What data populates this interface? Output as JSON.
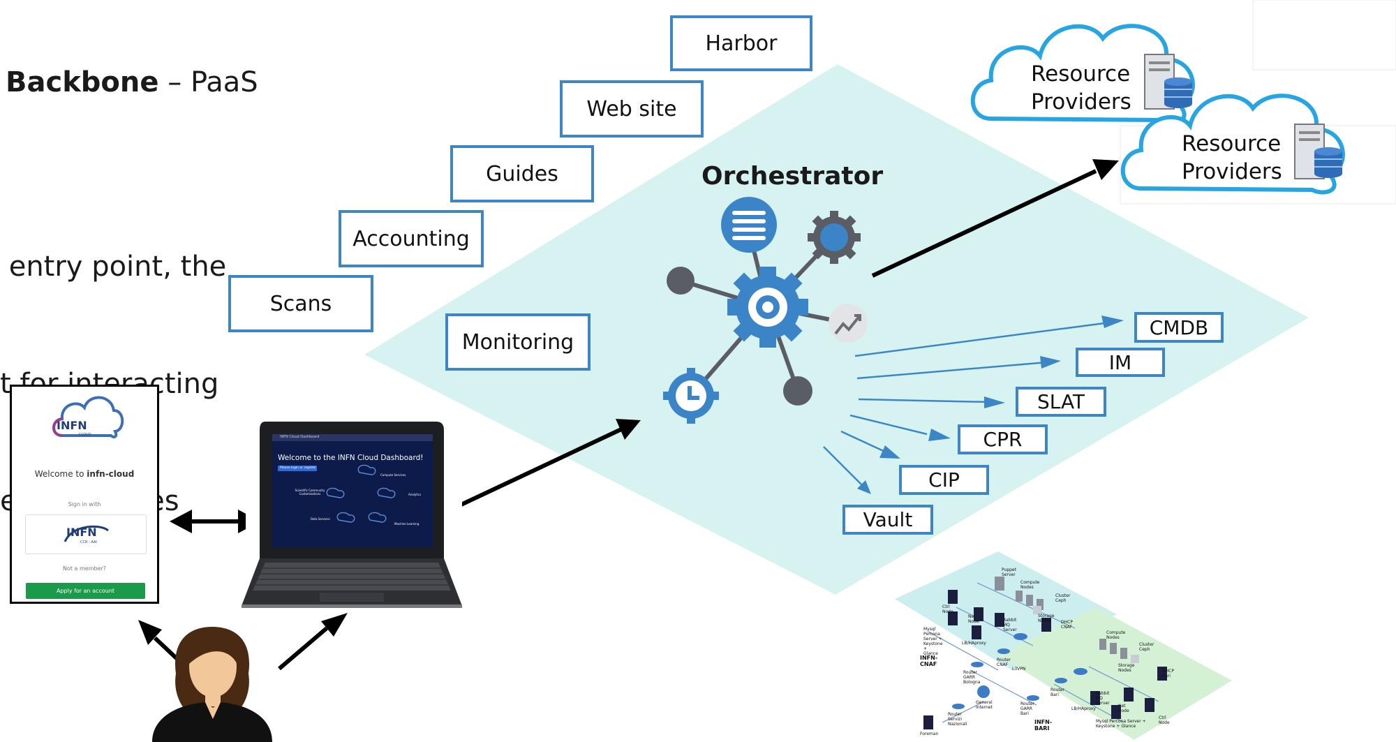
{
  "slide": {
    "heading_bold": "Backbone",
    "heading_rest": " – PaaS",
    "body_lines": [
      " entry point, the",
      "t for interacting",
      "ed resources"
    ]
  },
  "orchestrator": {
    "title": "Orchestrator"
  },
  "stack_boxes": [
    "Harbor",
    "Web site",
    "Guides",
    "Accounting",
    "Scans"
  ],
  "monitoring_label": "Monitoring",
  "services": [
    "CMDB",
    "IM",
    "SLAT",
    "CPR",
    "CIP",
    "Vault"
  ],
  "resource_providers": {
    "line1": "Resource",
    "line2": "Providers"
  },
  "login_panel": {
    "logo_text": "INFN",
    "logo_sub": "CLOUD",
    "welcome_prefix": "Welcome to ",
    "welcome_bold": "infn-cloud",
    "sign_in_with": "Sign in with",
    "aai_text": "INFN",
    "aai_sub": "CCR - AAI",
    "not_member": "Not a member?",
    "apply_button": "Apply for an account"
  },
  "laptop_screen": {
    "tab_title": "INFN Cloud Dashboard",
    "welcome": "Welcome to the INFN Cloud Dashboard!",
    "login_btn": "Please login or register",
    "labels": [
      "Scientific Community Customizations",
      "Compute Services",
      "Analytics",
      "Data Services",
      "Machine Learning"
    ]
  },
  "network": {
    "cnaf_title": "INFN-CNAF",
    "bari_title": "INFN-BARI",
    "labels": [
      "Puppet Server",
      "Compute Nodes",
      "Cluster Ceph",
      "Storage Nodes",
      "DHCP CNAF",
      "Ctrl Node",
      "Net Node",
      "Rabbit MQ Server",
      "Mysql Percona Server + Keystone + Glance",
      "LB/HAproxy",
      "Router CNAF",
      "Router GARR Bologna",
      "L3VPN",
      "General Internet",
      "Router Servizi Nazionali",
      "Foreman",
      "Router Bari",
      "Router GARR Bari",
      "Compute Nodes",
      "Cluster Ceph",
      "Storage Nodes",
      "DHCP Bari",
      "Rabbit MQ Server",
      "Net Node",
      "Ctrl Node",
      "LB/HAproxy",
      "Mysql Percona Server + Keystone + Glance"
    ]
  },
  "colors": {
    "accent": "#3d86c6",
    "plane": "#d6f3f2",
    "gear": "#3c84c8",
    "button_green": "#1a9a4a",
    "screen": "#0d1b4a"
  }
}
